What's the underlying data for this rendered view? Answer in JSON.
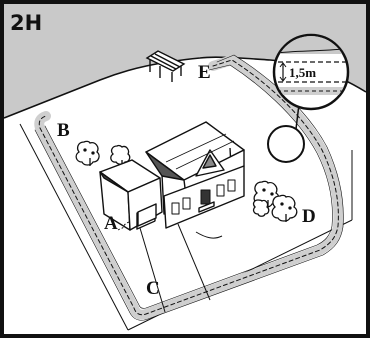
{
  "panel_id": "2H",
  "labels": {
    "a": "A",
    "b": "B",
    "c": "C",
    "d": "D",
    "e": "E"
  },
  "callout": {
    "depth_text": "1,5m"
  },
  "colors": {
    "sky": "#c9c9c9",
    "ink": "#111111",
    "cable_band": "#cfcfcf",
    "roof": "#ffffff",
    "ground": "#ffffff"
  },
  "icons": [
    "dock-icon",
    "house-icon",
    "tree-icon",
    "magnifier-callout-icon"
  ]
}
